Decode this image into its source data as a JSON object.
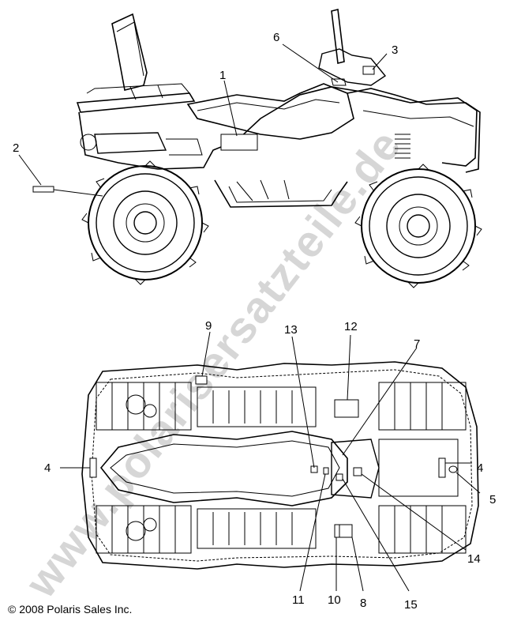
{
  "watermark": "www.polarisersatzteile.de",
  "copyright": "© 2008  Polaris Sales Inc.",
  "callouts": {
    "c1": "1",
    "c2": "2",
    "c3": "3",
    "c4a": "4",
    "c4b": "4",
    "c5": "5",
    "c6": "6",
    "c7": "7",
    "c8": "8",
    "c9": "9",
    "c10": "10",
    "c11": "11",
    "c12": "12",
    "c13": "13",
    "c14": "14",
    "c15": "15"
  }
}
